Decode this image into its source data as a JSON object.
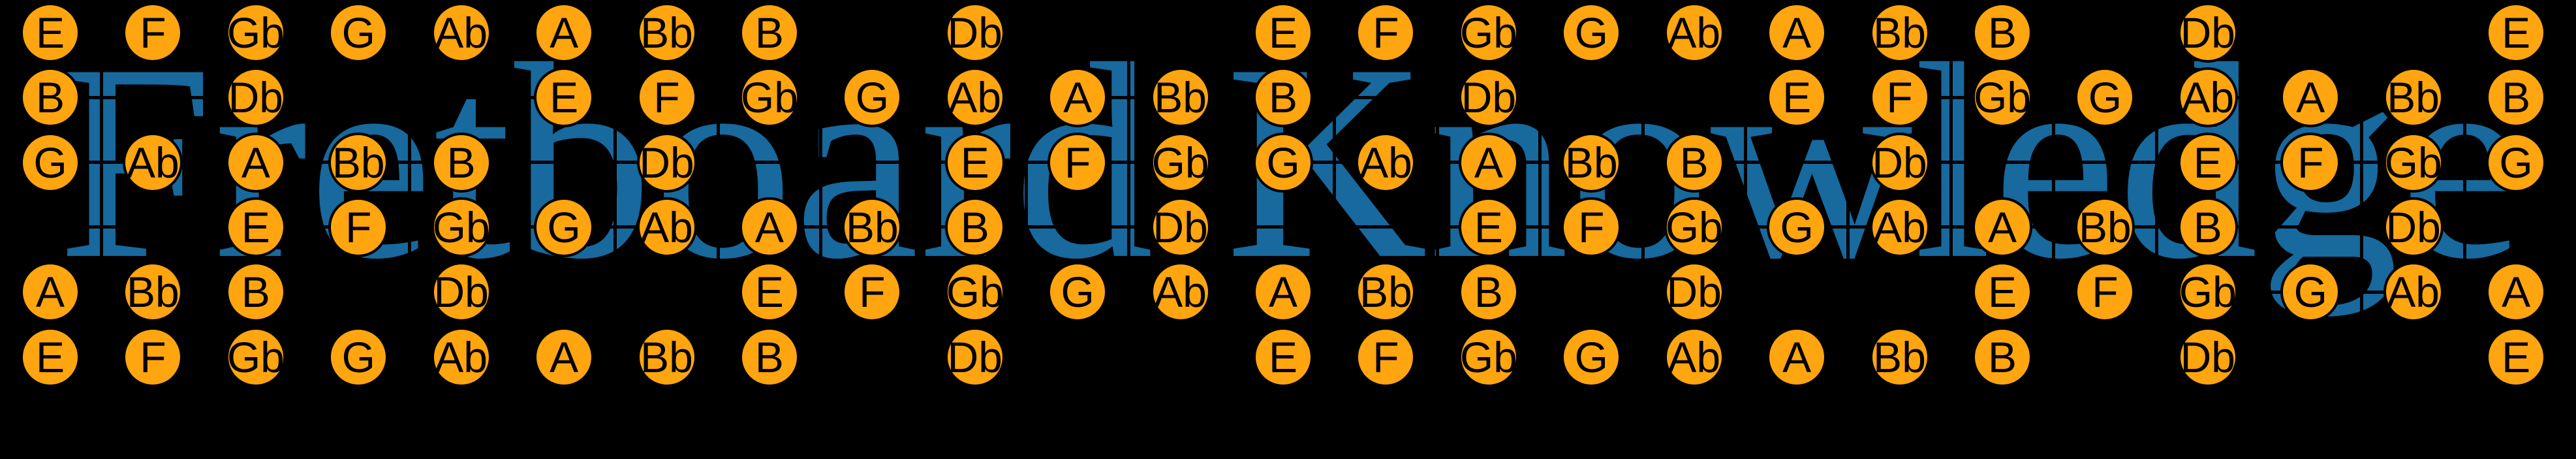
{
  "title": "Fretboard Knowledge",
  "colors": {
    "background": "#000000",
    "title_text": "#17699E",
    "note_fill": "#FFA510",
    "note_outline": "#000000",
    "note_text": "#000000",
    "grid_line": "#000000"
  },
  "fretboard": {
    "rows": [
      [
        "E",
        "F",
        "Gb",
        "G",
        "Ab",
        "A",
        "Bb",
        "B",
        "",
        "Db",
        "",
        "",
        "E",
        "F",
        "Gb",
        "G",
        "Ab",
        "A",
        "Bb",
        "B",
        "",
        "Db",
        "",
        "",
        "E"
      ],
      [
        "B",
        "",
        "Db",
        "",
        "",
        "E",
        "F",
        "Gb",
        "G",
        "Ab",
        "A",
        "Bb",
        "B",
        "",
        "Db",
        "",
        "",
        "E",
        "F",
        "Gb",
        "G",
        "Ab",
        "A",
        "Bb",
        "B"
      ],
      [
        "G",
        "Ab",
        "A",
        "Bb",
        "B",
        "",
        "Db",
        "",
        "",
        "E",
        "F",
        "Gb",
        "G",
        "Ab",
        "A",
        "Bb",
        "B",
        "",
        "Db",
        "",
        "",
        "E",
        "F",
        "Gb",
        "G"
      ],
      [
        "",
        "",
        "E",
        "F",
        "Gb",
        "G",
        "Ab",
        "A",
        "Bb",
        "B",
        "",
        "Db",
        "",
        "",
        "E",
        "F",
        "Gb",
        "G",
        "Ab",
        "A",
        "Bb",
        "B",
        "",
        "Db",
        ""
      ],
      [
        "A",
        "Bb",
        "B",
        "",
        "Db",
        "",
        "",
        "E",
        "F",
        "Gb",
        "G",
        "Ab",
        "A",
        "Bb",
        "B",
        "",
        "Db",
        "",
        "",
        "E",
        "F",
        "Gb",
        "G",
        "Ab",
        "A"
      ],
      [
        "E",
        "F",
        "Gb",
        "G",
        "Ab",
        "A",
        "Bb",
        "B",
        "",
        "Db",
        "",
        "",
        "E",
        "F",
        "Gb",
        "G",
        "Ab",
        "A",
        "Bb",
        "B",
        "",
        "Db",
        "",
        "",
        "E"
      ]
    ]
  }
}
